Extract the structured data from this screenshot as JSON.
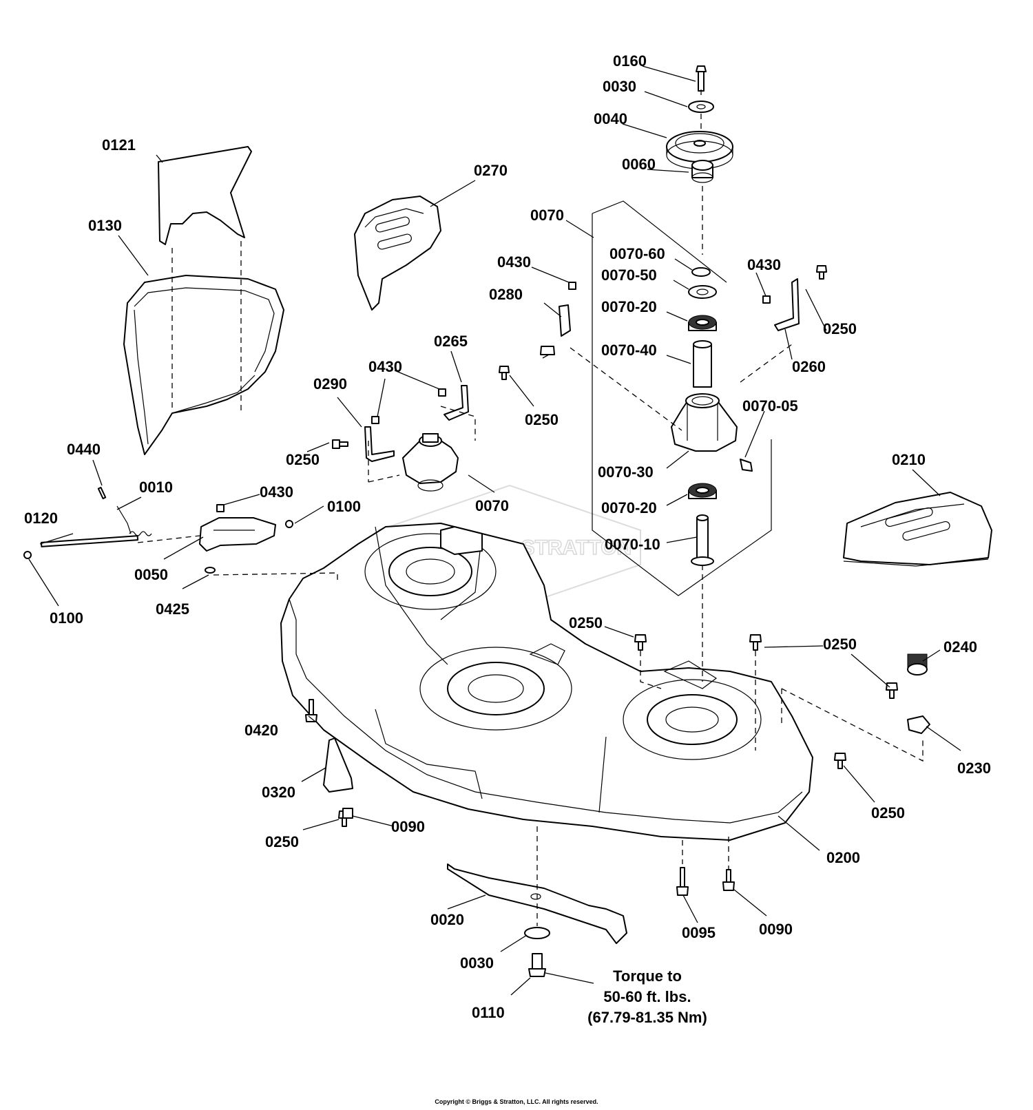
{
  "labels": [
    {
      "id": "l0160",
      "text": "0160"
    },
    {
      "id": "l0030a",
      "text": "0030"
    },
    {
      "id": "l0040",
      "text": "0040"
    },
    {
      "id": "l0060",
      "text": "0060"
    },
    {
      "id": "l0070a",
      "text": "0070"
    },
    {
      "id": "l0070_60",
      "text": "0070-60"
    },
    {
      "id": "l0070_50",
      "text": "0070-50"
    },
    {
      "id": "l0070_20a",
      "text": "0070-20"
    },
    {
      "id": "l0070_40",
      "text": "0070-40"
    },
    {
      "id": "l0070_05",
      "text": "0070-05"
    },
    {
      "id": "l0070_30",
      "text": "0070-30"
    },
    {
      "id": "l0070_20b",
      "text": "0070-20"
    },
    {
      "id": "l0070_10",
      "text": "0070-10"
    },
    {
      "id": "l0430a",
      "text": "0430"
    },
    {
      "id": "l0250a",
      "text": "0250"
    },
    {
      "id": "l0260",
      "text": "0260"
    },
    {
      "id": "l0121",
      "text": "0121"
    },
    {
      "id": "l0130",
      "text": "0130"
    },
    {
      "id": "l0270",
      "text": "0270"
    },
    {
      "id": "l0430b",
      "text": "0430"
    },
    {
      "id": "l0280",
      "text": "0280"
    },
    {
      "id": "l0265",
      "text": "0265"
    },
    {
      "id": "l0430c",
      "text": "0430"
    },
    {
      "id": "l0290",
      "text": "0290"
    },
    {
      "id": "l0250b",
      "text": "0250"
    },
    {
      "id": "l0250c",
      "text": "0250"
    },
    {
      "id": "l0070b",
      "text": "0070"
    },
    {
      "id": "l0440",
      "text": "0440"
    },
    {
      "id": "l0010",
      "text": "0010"
    },
    {
      "id": "l0430d",
      "text": "0430"
    },
    {
      "id": "l0100a",
      "text": "0100"
    },
    {
      "id": "l0120",
      "text": "0120"
    },
    {
      "id": "l0050",
      "text": "0050"
    },
    {
      "id": "l0100b",
      "text": "0100"
    },
    {
      "id": "l0425",
      "text": "0425"
    },
    {
      "id": "l0210",
      "text": "0210"
    },
    {
      "id": "l0250d",
      "text": "0250"
    },
    {
      "id": "l0250e",
      "text": "0250"
    },
    {
      "id": "l0240",
      "text": "0240"
    },
    {
      "id": "l0230",
      "text": "0230"
    },
    {
      "id": "l0250f",
      "text": "0250"
    },
    {
      "id": "l0420",
      "text": "0420"
    },
    {
      "id": "l0320",
      "text": "0320"
    },
    {
      "id": "l0250g",
      "text": "0250"
    },
    {
      "id": "l0090a",
      "text": "0090"
    },
    {
      "id": "l0200",
      "text": "0200"
    },
    {
      "id": "l0020",
      "text": "0020"
    },
    {
      "id": "l0095",
      "text": "0095"
    },
    {
      "id": "l0090b",
      "text": "0090"
    },
    {
      "id": "l0030b",
      "text": "0030"
    },
    {
      "id": "l0110",
      "text": "0110"
    }
  ],
  "torque_note": {
    "line1": "Torque to",
    "line2": "50-60 ft. lbs.",
    "line3": "(67.79-81.35 Nm)"
  },
  "watermark": "BRIGGS & STRATTON",
  "copyright": "Copyright © Briggs & Stratton, LLC. All rights reserved."
}
